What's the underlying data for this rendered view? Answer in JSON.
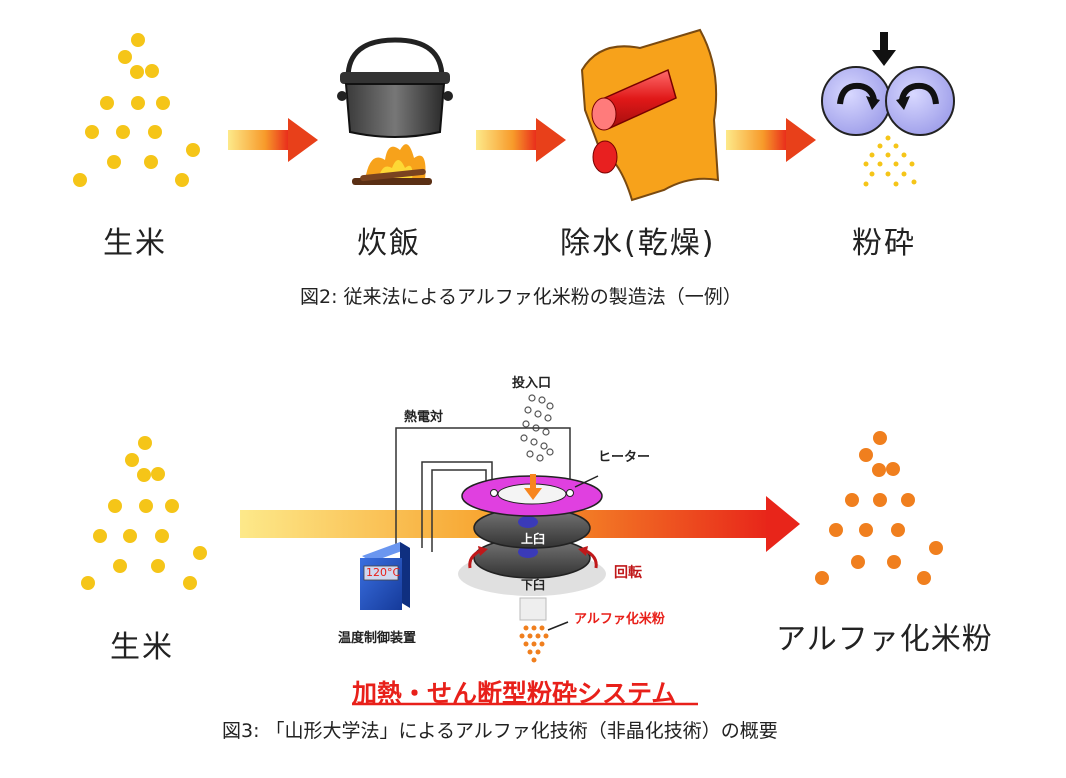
{
  "figure2": {
    "stages": [
      "生米",
      "炊飯",
      "除水(乾燥)",
      "粉砕"
    ],
    "caption": "図2: 従来法によるアルファ化米粉の製造法（一例）"
  },
  "figure3": {
    "input_label": "生米",
    "output_label": "アルファ化米粉",
    "inlet_label": "投入口",
    "thermocouple_label": "熱電対",
    "heater_label": "ヒーター",
    "upper_mill_label": "上臼",
    "lower_mill_label": "下臼",
    "rotation_label": "回転",
    "temperature_display": "120°C",
    "controller_label": "温度制御装置",
    "product_label": "アルファ化米粉",
    "system_title": "加熱・せん断型粉砕システム",
    "caption": "図3: 「山形大学法」によるアルファ化技術（非晶化技術）の概要"
  },
  "colors": {
    "rice": "#f5c518",
    "flour": "#f07f1e",
    "arrow_start": "#fde98a",
    "arrow_end": "#e8251a",
    "heater": "#e040e0",
    "title_red": "#e8201a"
  }
}
